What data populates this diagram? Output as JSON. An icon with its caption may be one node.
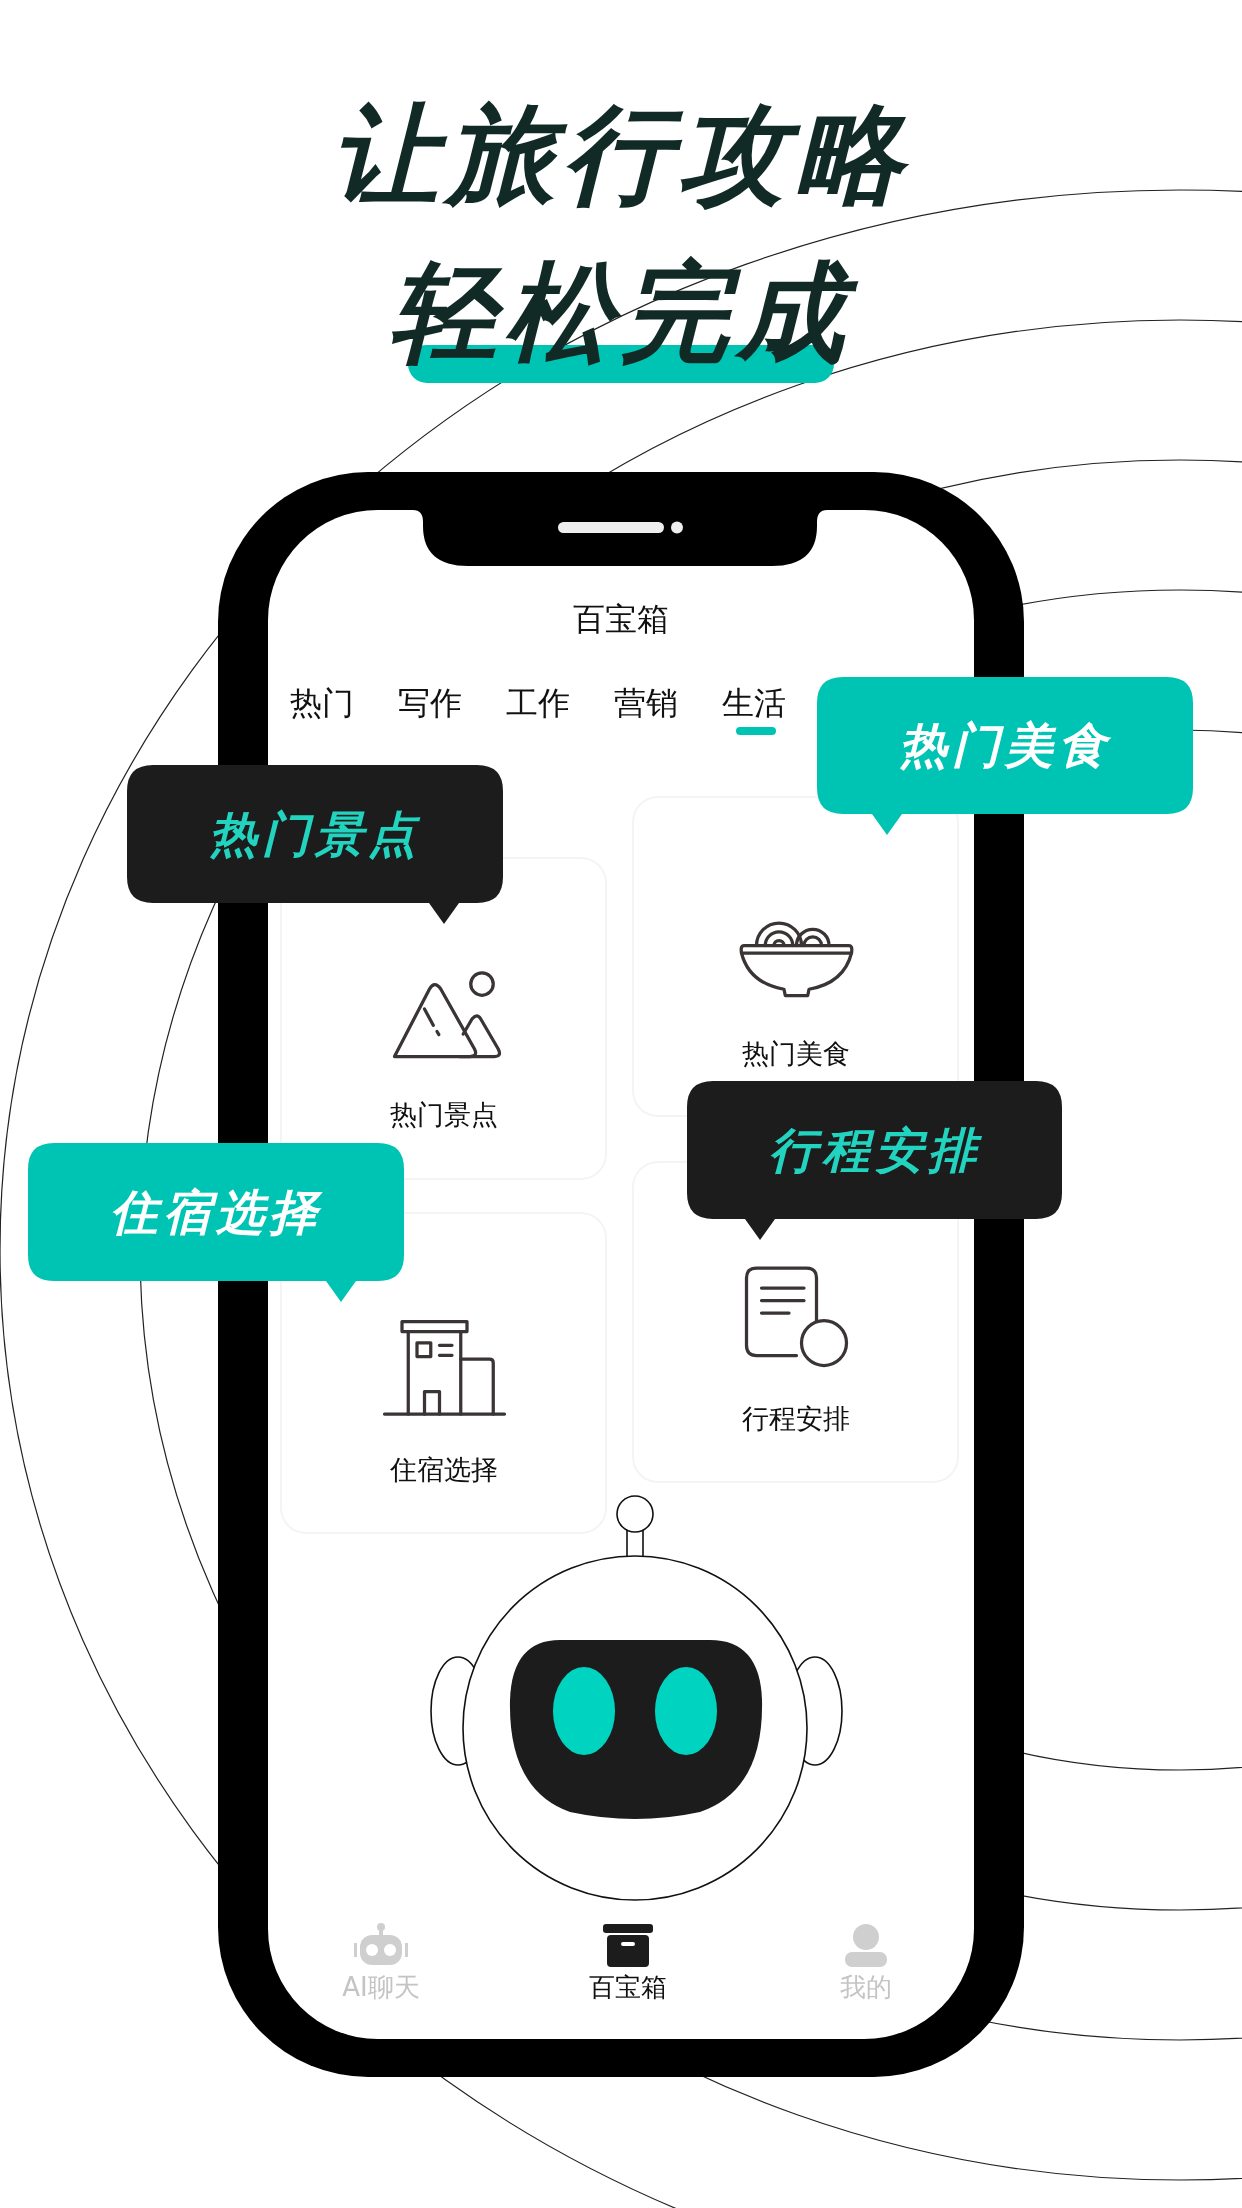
{
  "diagram": {
    "title": "让旅行攻略轻松完成",
    "nodes": [
      {
        "text": [
          "热门美食"
        ]
      },
      {
        "text": [
          "热门景点"
        ]
      },
      {
        "text": [
          "热门美食"
        ]
      },
      {
        "text": [
          "热门景点"
        ]
      },
      {
        "text": [
          "行程安排"
        ]
      },
      {
        "text": [
          "住宿选择"
        ]
      },
      {
        "text": [
          "行程安排"
        ]
      },
      {
        "text": [
          "住宿选择"
        ]
      }
    ],
    "labels": [
      "百宝箱",
      "热门",
      "写作",
      "工作",
      "营销",
      "生活",
      "AI聊天",
      "百宝箱",
      "我的"
    ]
  }
}
